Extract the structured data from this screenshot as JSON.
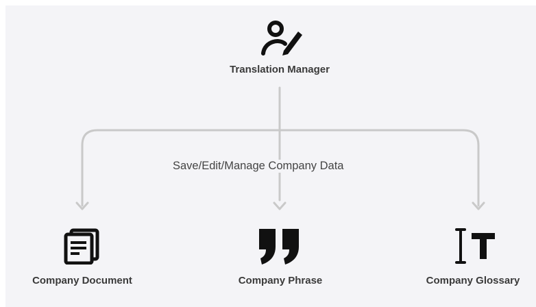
{
  "diagram": {
    "root": {
      "label": "Translation Manager",
      "icon": "person-edit-icon"
    },
    "connector_label": "Save/Edit/Manage Company Data",
    "children": [
      {
        "label": "Company Document",
        "icon": "document-stack-icon"
      },
      {
        "label": "Company Phrase",
        "icon": "quote-icon"
      },
      {
        "label": "Company Glossary",
        "icon": "text-cursor-icon"
      }
    ]
  },
  "colors": {
    "background": "#f4f4f7",
    "connector": "#c4c4c4",
    "icon": "#111111",
    "label": "#3a3a3a"
  }
}
